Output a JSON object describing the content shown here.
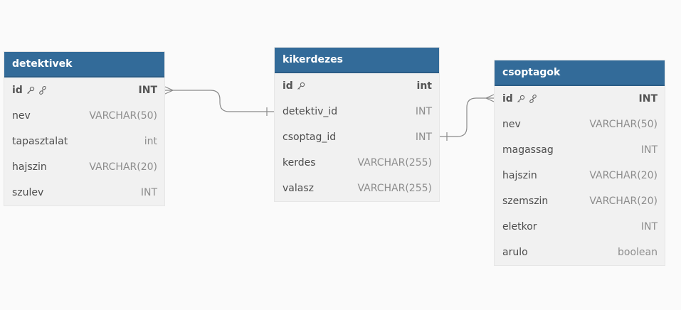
{
  "colors": {
    "header": "#336b99",
    "background": "#fafafa",
    "body": "#f1f1f1",
    "edge": "#8a8a8a"
  },
  "tables": [
    {
      "name": "detektivek",
      "fields": [
        {
          "name": "id",
          "type": "INT",
          "pk": true,
          "icons": [
            "key-icon",
            "link-icon"
          ]
        },
        {
          "name": "nev",
          "type": "VARCHAR(50)"
        },
        {
          "name": "tapasztalat",
          "type": "int"
        },
        {
          "name": "hajszin",
          "type": "VARCHAR(20)"
        },
        {
          "name": "szulev",
          "type": "INT"
        }
      ]
    },
    {
      "name": "kikerdezes",
      "fields": [
        {
          "name": "id",
          "type": "int",
          "pk": true,
          "icons": [
            "key-icon"
          ]
        },
        {
          "name": "detektiv_id",
          "type": "INT"
        },
        {
          "name": "csoptag_id",
          "type": "INT"
        },
        {
          "name": "kerdes",
          "type": "VARCHAR(255)"
        },
        {
          "name": "valasz",
          "type": "VARCHAR(255)"
        }
      ]
    },
    {
      "name": "csoptagok",
      "fields": [
        {
          "name": "id",
          "type": "INT",
          "pk": true,
          "icons": [
            "key-icon",
            "link-icon"
          ]
        },
        {
          "name": "nev",
          "type": "VARCHAR(50)"
        },
        {
          "name": "magassag",
          "type": "INT"
        },
        {
          "name": "hajszin",
          "type": "VARCHAR(20)"
        },
        {
          "name": "szemszin",
          "type": "VARCHAR(20)"
        },
        {
          "name": "eletkor",
          "type": "INT"
        },
        {
          "name": "arulo",
          "type": "boolean"
        }
      ]
    }
  ],
  "relationships": [
    {
      "from": "detektivek.id",
      "to": "kikerdezes.detektiv_id",
      "from_end": "many",
      "to_end": "one"
    },
    {
      "from": "kikerdezes.csoptag_id",
      "to": "csoptagok.id",
      "from_end": "one",
      "to_end": "many"
    }
  ]
}
